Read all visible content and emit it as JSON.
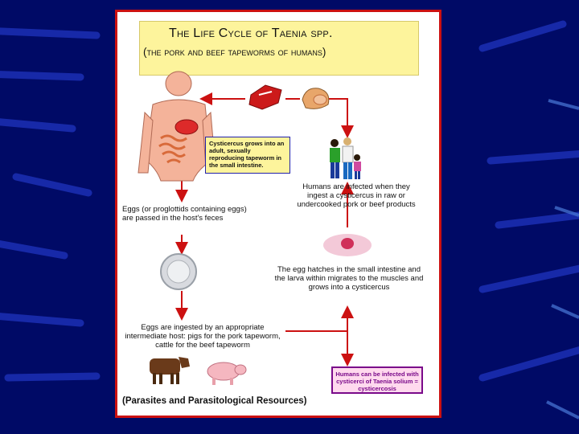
{
  "colors": {
    "background": "#000a66",
    "frame_border": "#cc1111",
    "title_bg": "#fdf49c",
    "arrow": "#cc1111",
    "pointer_arrow": "#1b3bbb",
    "pink_text": "#7a0a8a"
  },
  "title": {
    "line1": "The Life Cycle of Taenia spp.",
    "line2": "(the pork and beef tapeworms of humans)"
  },
  "labels": {
    "cysticercus_note": "Cysticercus grows into an adult, sexually reproducing tapeworm in the small intestine.",
    "humans_infected": "Humans are infected when they ingest a cysticercus in raw or undercooked pork or beef products",
    "eggs_passed": "Eggs (or proglottids containing eggs) are passed in the host's feces",
    "egg_hatch": "The egg hatches in the small intestine and the larva within migrates to the muscles and grows into a cysticercus",
    "eggs_ingested": "Eggs are ingested by an appropriate intermediate host: pigs for the pork tapeworm, cattle for the beef tapeworm",
    "cysticercosis": "Humans can be infected with cysticerci of Taenia solium = cysticercosis",
    "source": "(Parasites and Parasitological Resources)"
  },
  "icons": [
    "human-torso-icon",
    "raw-meat-icon",
    "ham-icon",
    "family-icon",
    "egg-icon",
    "larva-cyst-icon",
    "cow-icon",
    "pig-icon"
  ]
}
